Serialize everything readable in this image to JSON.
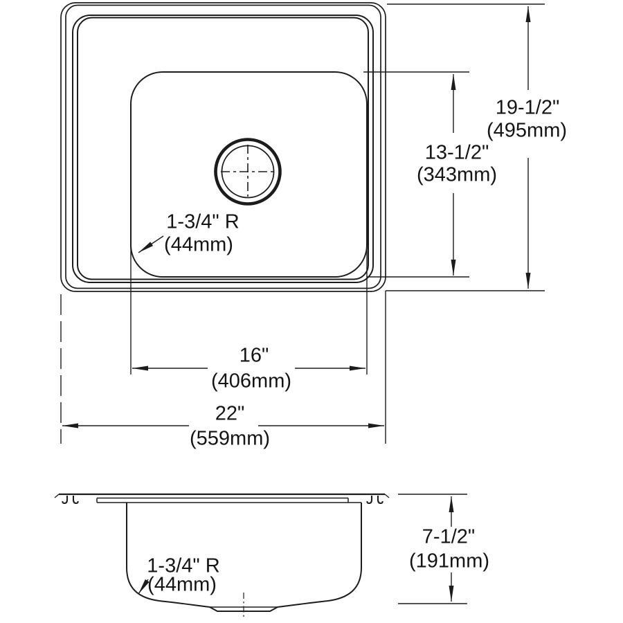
{
  "drawing_colors": {
    "line": "#1c1c1c",
    "text": "#141414",
    "background": "#ffffff"
  },
  "top_view": {
    "overall_width_in": "22\"",
    "overall_width_mm": "(559mm)",
    "bowl_width_in": "16\"",
    "bowl_width_mm": "(406mm)",
    "overall_depth_in": "19-1/2\"",
    "overall_depth_mm": "(495mm)",
    "bowl_depth_in": "13-1/2\"",
    "bowl_depth_mm": "(343mm)",
    "corner_radius_in": "1-3/4\" R",
    "corner_radius_mm": "(44mm)"
  },
  "front_view": {
    "bowl_depth_in": "7-1/2\"",
    "bowl_depth_mm": "(191mm)",
    "corner_radius_in": "1-3/4\" R",
    "corner_radius_mm": "(44mm)"
  }
}
